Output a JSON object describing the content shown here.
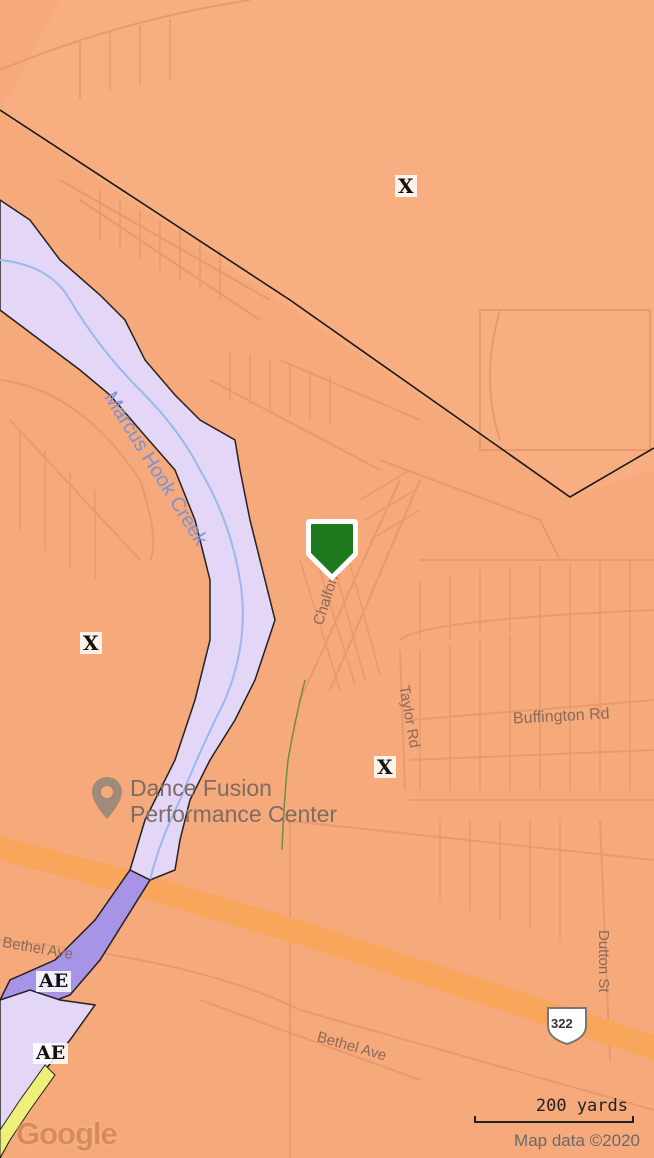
{
  "map": {
    "zone_labels": [
      {
        "id": "x-top",
        "text": "X"
      },
      {
        "id": "x-left",
        "text": "X"
      },
      {
        "id": "x-right",
        "text": "X"
      },
      {
        "id": "ae-1",
        "text": "AE"
      },
      {
        "id": "ae-2",
        "text": "AE"
      }
    ],
    "water": {
      "name": "Marcus Hook Creek"
    },
    "streets": {
      "chalfont": "Chalfont Cir",
      "taylor": "Taylor Rd",
      "buffington": "Buffington Rd",
      "bethel_1": "Bethel Ave",
      "bethel_2": "Bethel Ave",
      "dutton": "Dutton St"
    },
    "route_shield": "322",
    "poi": {
      "line1": "Dance Fusion",
      "line2": "Performance Center"
    },
    "marker": {
      "color": "#1f7a1f",
      "icon": "map-pin-icon"
    },
    "google_logo": "Google",
    "attribution": "Map data ©2020",
    "scale_label": "200 yards",
    "colors": {
      "flood_zone_x": "#f6a97a",
      "flood_zone_ae": "#e4d6f6",
      "floodway": "#a894e6",
      "highway": "#f7a95a"
    }
  }
}
